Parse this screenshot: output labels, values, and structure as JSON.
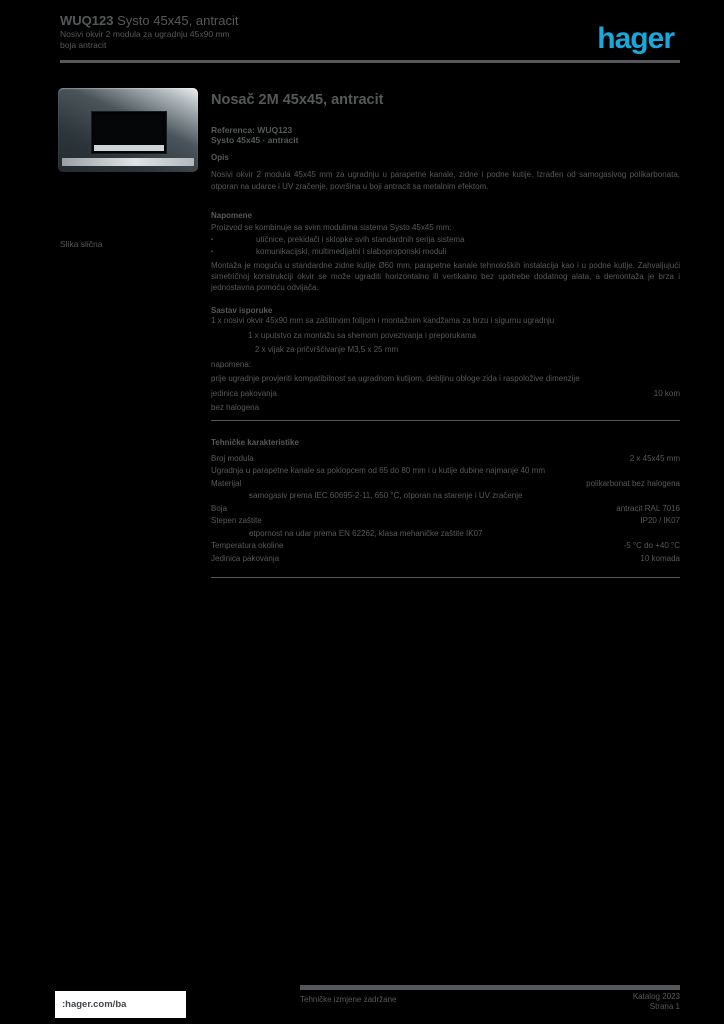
{
  "colors": {
    "page_bg": "#000000",
    "text": "#55585a",
    "logo_blue": "#18a8dc",
    "footer_box_bg": "#ffffff",
    "plate_dark": "#2c3539",
    "plate_silver": "#e0e3e5"
  },
  "header": {
    "product_ref": "WUQ123",
    "product_family": "Systo 45x45, antracit",
    "subtitle": "Nosivi okvir 2 modula za ugradnju 45x90 mm",
    "variant": "boja antracit",
    "logo_text": "hager"
  },
  "product_image": {
    "caption": "Slika slična"
  },
  "main": {
    "title": "Nosač 2M 45x45, antracit",
    "subtitle_line1": "Referenca: WUQ123",
    "subtitle_line2": "Systo 45x45 · antracit",
    "description": {
      "header": "Opis",
      "text": "Nosivi okvir 2 modula 45x45 mm za ugradnju u parapetne kanale, zidne i podne kutije. Izrađen od samogasivog polikarbonata, otporan na udarce i UV zračenje, površina u boji antracit sa metalnim efektom."
    },
    "notes": {
      "header": "Napomene",
      "intro": "Proizvod se kombinuje sa svim modulima sistema Systo 45x45 mm:",
      "bullet_icon": "▪",
      "bullets": [
        "utičnice, prekidači i sklopke svih standardnih serija sistema",
        "komunikacijski, multimedijalni i slaboproponski moduli"
      ],
      "text": "Montaža je moguća u standardne zidne kutije Ø60 mm, parapetne kanale tehnoloških instalacija kao i u podne kutije. Zahvaljujući simetričnoj konstrukciji okvir se može ugraditi horizontalno ili vertikalno bez upotrebe dodatnog alata, a demontaža je brza i jednostavna pomoću odvijača."
    },
    "delivery": {
      "header": "Sastav isporuke",
      "lines": [
        {
          "text": "1 x nosivi okvir 45x90 mm sa zaštitnom folijom i montažnim kandžama za brzu i sigurnu ugradnju",
          "value": ""
        },
        {
          "text": "1 x uputstvo za montažu sa shemom povezivanja i preporukama",
          "value": ""
        },
        {
          "text": "2 x vijak za pričvršćivanje M3,5 x 25 mm",
          "value": ""
        },
        {
          "text": "napomena:",
          "value": ""
        },
        {
          "text": "prije ugradnje provjeriti kompatibilnost sa ugradnom kutijom, debljinu obloge zida i raspoložive dimenzije",
          "value": ""
        },
        {
          "text": "jedinica pakovanja",
          "value": "10 kom"
        },
        {
          "text": "bez halogena",
          "value": ""
        }
      ]
    },
    "tech": {
      "header": "Tehničke karakteristike",
      "bullet_icon": "▪",
      "rows": [
        {
          "label": "Broj modula",
          "value": "2 x 45x45 mm"
        },
        {
          "label": "Ugradnja u parapetne kanale sa poklopcem od 65 do 80 mm i u kutije dubine najmanje 40 mm",
          "value": ""
        },
        {
          "label": "Materijal",
          "value": "polikarbonat bez halogena"
        },
        {
          "label": "samogasiv prema IEC 60695-2-11, 650 °C, otporan na starenje i UV zračenje",
          "value": ""
        },
        {
          "label": "Boja",
          "value": "antracit RAL 7016"
        },
        {
          "label": "Stepen zaštite",
          "value": "IP20 / IK07"
        },
        {
          "label": "otpornost na udar prema EN 62262, klasa mehaničke zaštite IK07",
          "value": ""
        },
        {
          "label": "Temperatura okoline",
          "value": "-5 °C do +40 °C"
        },
        {
          "label": "Jedinica pakovanja",
          "value": "10 komada"
        }
      ]
    }
  },
  "footer": {
    "site_box": ":hager.com/ba",
    "center_note": "Tehničke izmjene zadržane",
    "right_line1": "Katalog 2023",
    "right_line2": "Strana 1"
  }
}
